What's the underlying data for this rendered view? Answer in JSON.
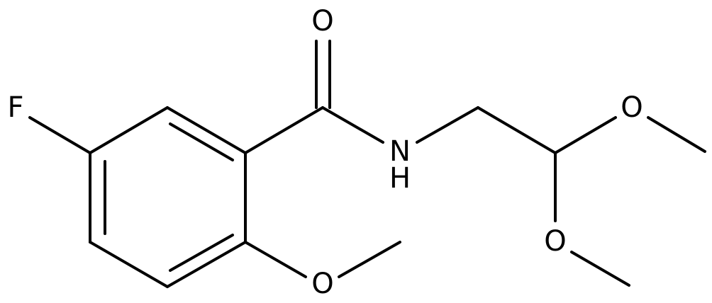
{
  "molecule": {
    "atoms": {
      "fluorine": "F",
      "carbonyl_oxygen": "O",
      "amide_nitrogen": "N",
      "amide_hydrogen": "H",
      "acetal_oxygen_upper": "O",
      "acetal_oxygen_lower": "O",
      "aryl_methoxy_oxygen": "O"
    }
  }
}
